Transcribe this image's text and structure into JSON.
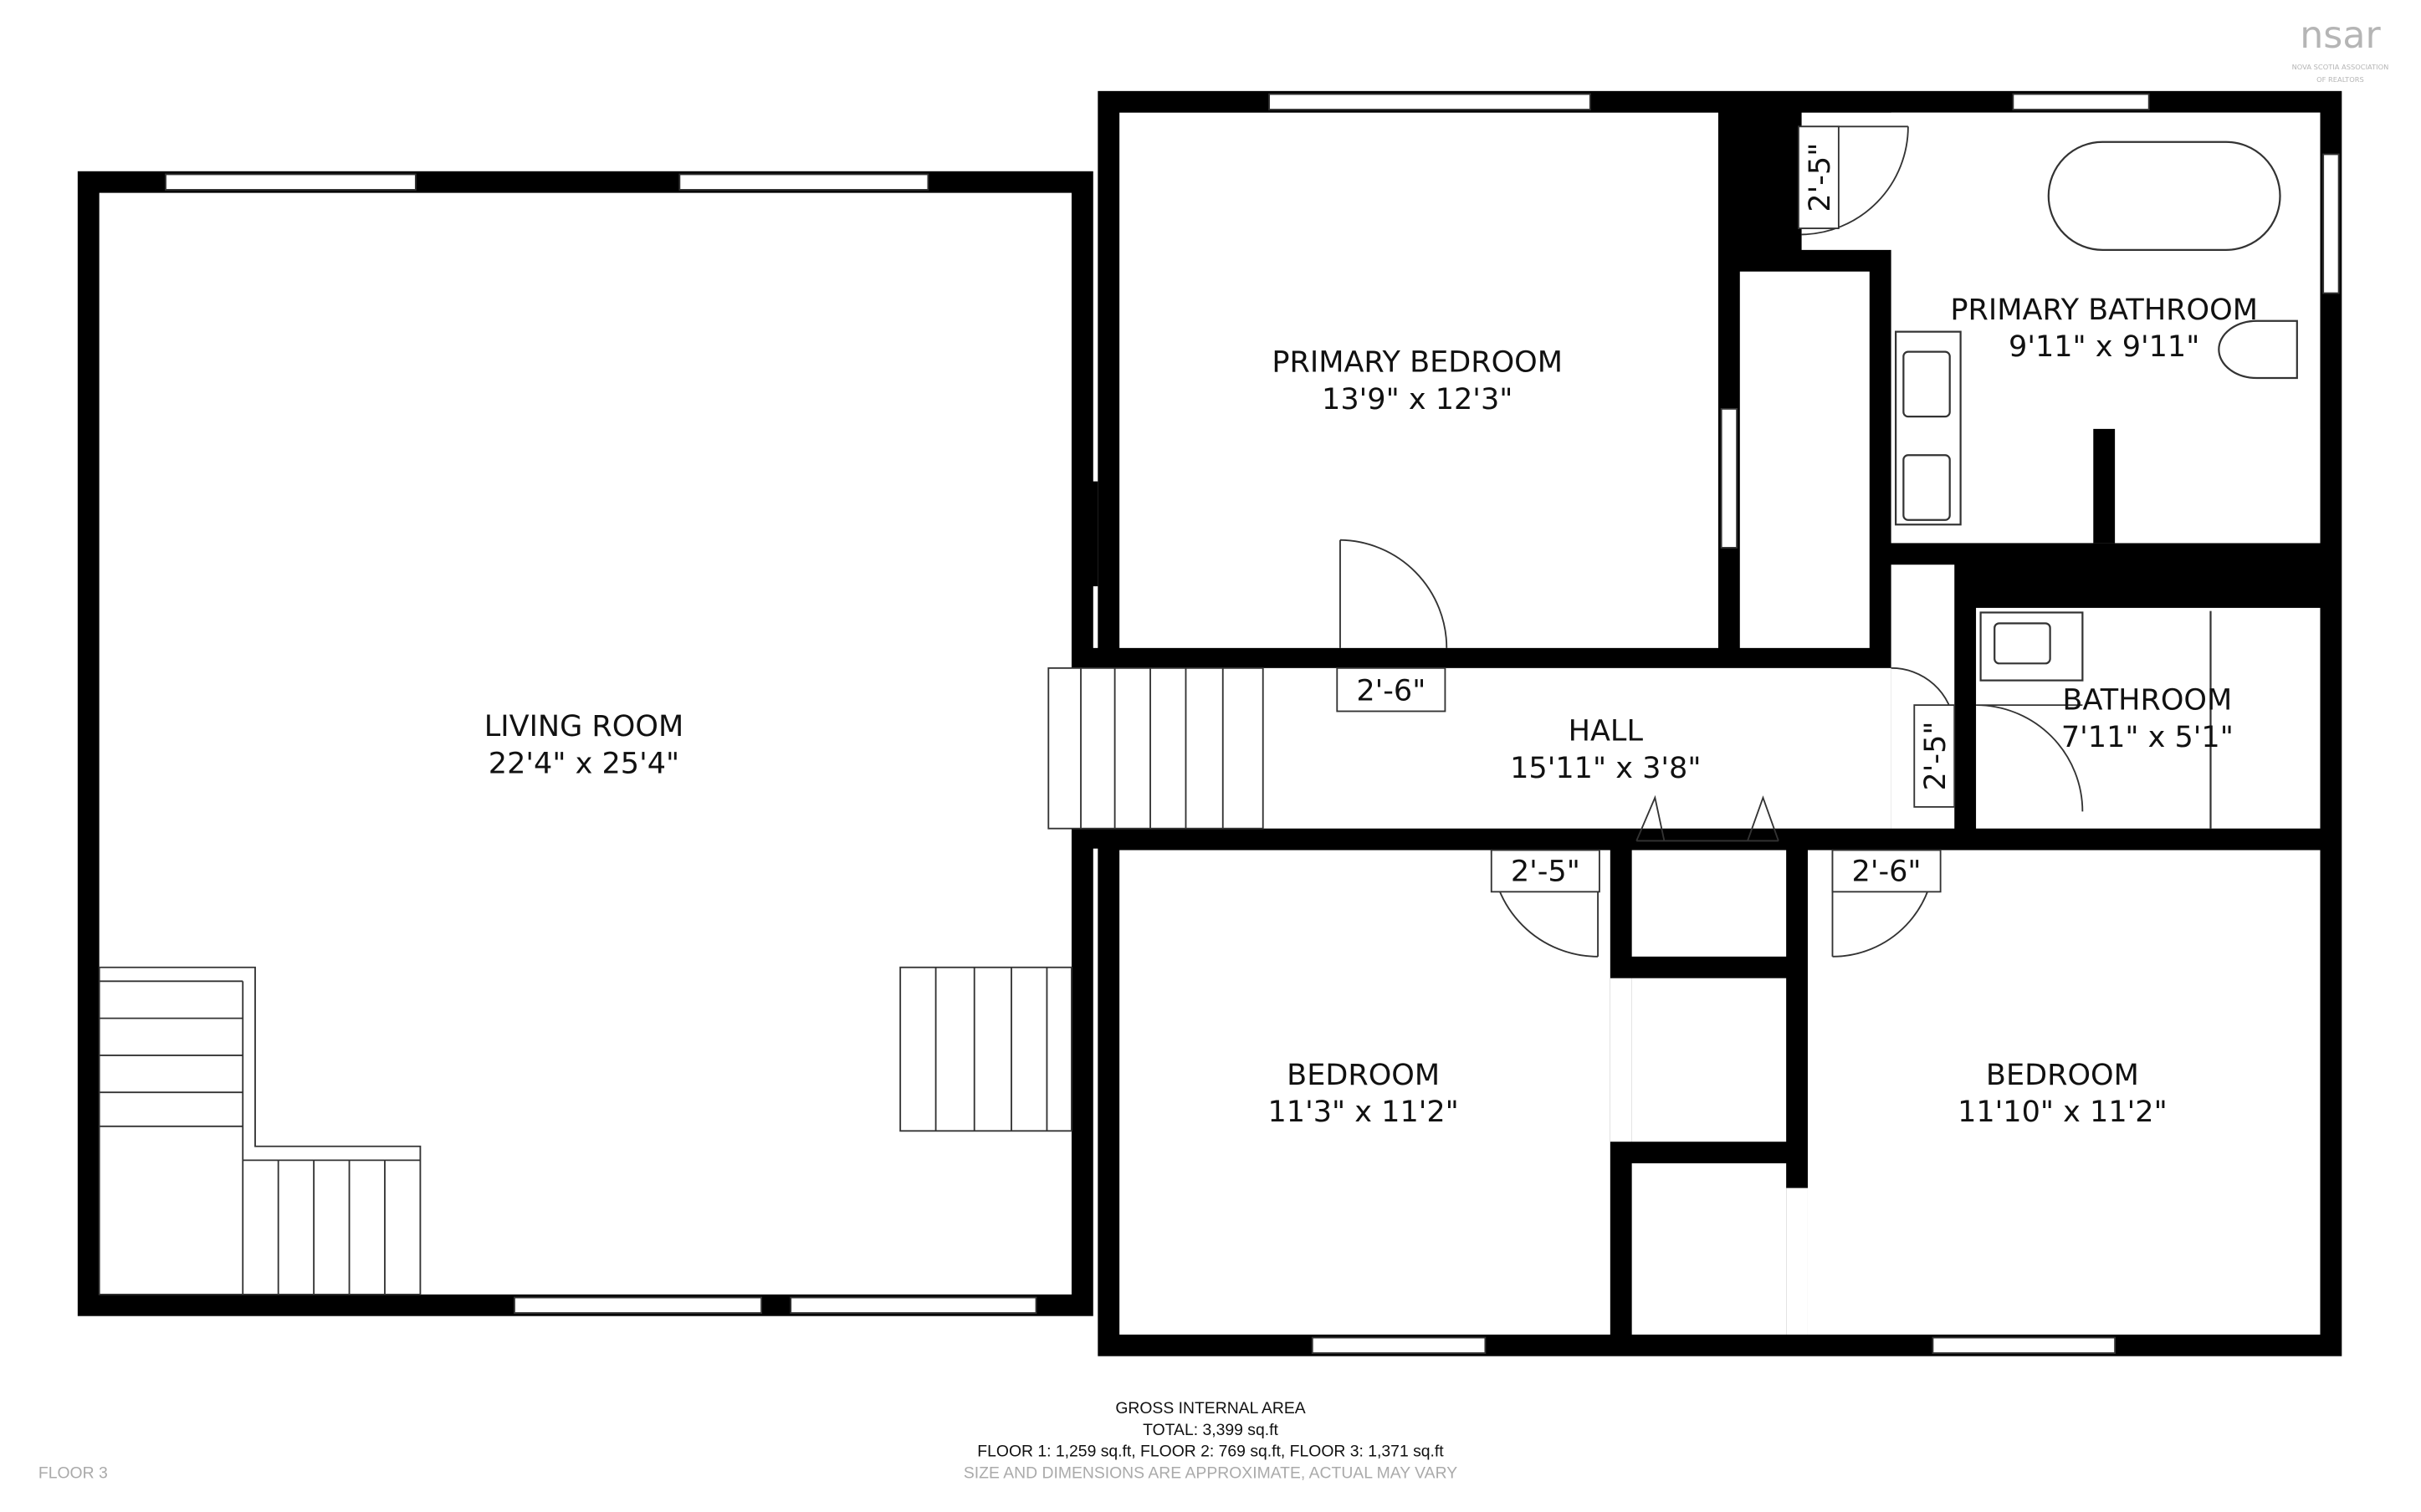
{
  "logo": {
    "text": "nsar",
    "subtitle_line1": "NOVA SCOTIA ASSOCIATION",
    "subtitle_line2": "OF REALTORS"
  },
  "rooms": [
    {
      "name": "LIVING ROOM",
      "dimensions": "22'4\" x 25'4\""
    },
    {
      "name": "PRIMARY BEDROOM",
      "dimensions": "13'9\" x 12'3\""
    },
    {
      "name": "PRIMARY BATHROOM",
      "dimensions": "9'11\" x 9'11\""
    },
    {
      "name": "HALL",
      "dimensions": "15'11\" x 3'8\""
    },
    {
      "name": "BATHROOM",
      "dimensions": "7'11\" x 5'1\""
    },
    {
      "name": "BEDROOM",
      "dimensions": "11'3\" x 11'2\""
    },
    {
      "name": "BEDROOM",
      "dimensions": "11'10\" x 11'2\""
    }
  ],
  "doors": [
    "2'-5\"",
    "2'-6\"",
    "2'-5\"",
    "2'-5\"",
    "2'-6\""
  ],
  "footer": {
    "title": "GROSS INTERNAL AREA",
    "total": "TOTAL: 3,399 sq.ft",
    "floors": "FLOOR 1: 1,259 sq.ft, FLOOR 2: 769 sq.ft, FLOOR 3: 1,371 sq.ft",
    "disclaimer": "SIZE AND DIMENSIONS ARE APPROXIMATE, ACTUAL MAY VARY",
    "floor_label": "FLOOR 3"
  }
}
